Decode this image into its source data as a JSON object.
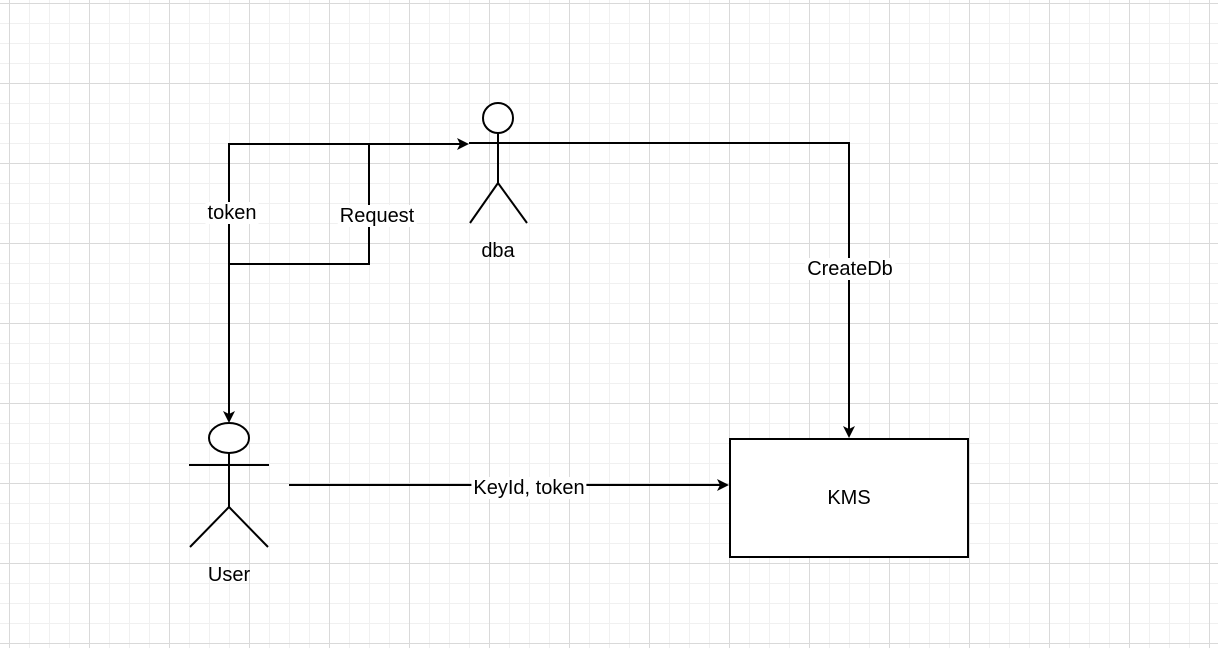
{
  "actors": {
    "dba": {
      "label": "dba"
    },
    "user": {
      "label": "User"
    }
  },
  "kms": {
    "label": "KMS"
  },
  "edges": {
    "token": "token",
    "request": "Request",
    "create_db": "CreateDb",
    "keyid_token": "KeyId, token"
  },
  "colors": {
    "stroke": "#000000",
    "grid": "#d9d9d9",
    "background": "#ffffff"
  }
}
